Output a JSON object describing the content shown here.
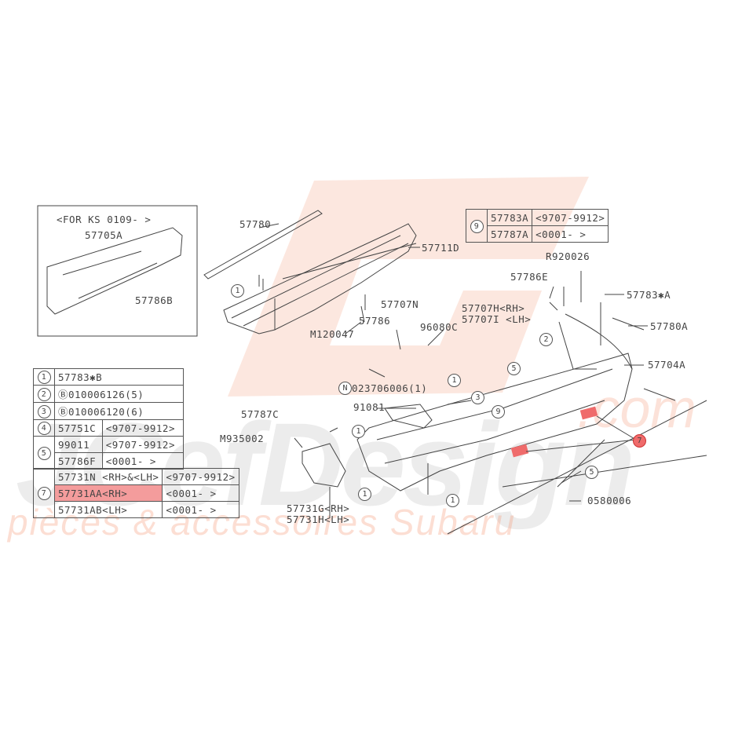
{
  "watermark": {
    "wordmark": "JCefDesign",
    "domain": ".com",
    "tagline": "pièces & accessoires Subaru",
    "logo": "SJ"
  },
  "inset": {
    "note": "<FOR KS 0109-      >",
    "part_a": "57705A",
    "part_b": "57786B"
  },
  "labels": {
    "p57780": "57780",
    "p57711D": "57711D",
    "pM120047": "M120047",
    "p57786": "57786",
    "p57707N": "57707N",
    "p96080C": "96080C",
    "pN023706006": "023706006(1)",
    "pN": "N",
    "pR920026": "R920026",
    "p57786E": "57786E",
    "p57707H": "57707H<RH>",
    "p57707I": "57707I <LH>",
    "p57783A": "57783✱A",
    "p57780A": "57780A",
    "p57704A": "57704A",
    "p91081": "91081",
    "p57787C": "57787C",
    "pM935002": "M935002",
    "p57731G": "57731G<RH>",
    "p57731H": "57731H<LH>",
    "p0580006": "0580006"
  },
  "callouts": {
    "c1": "1",
    "c2": "2",
    "c3": "3",
    "c5": "5",
    "c7": "7",
    "c9": "9"
  },
  "table9": {
    "num": "9",
    "rows": [
      {
        "part": "57783A",
        "range": "<9707-9912>"
      },
      {
        "part": "57787A",
        "range": "<0001-      >"
      }
    ]
  },
  "legend": {
    "rows": [
      {
        "num": "1",
        "part": "57783✱B"
      },
      {
        "num": "2",
        "part": "Ⓑ010006126(5)"
      },
      {
        "num": "3",
        "part": "Ⓑ010006120(6)"
      },
      {
        "num": "4",
        "part": "57751C",
        "range": "<9707-9912>"
      },
      {
        "num": "5",
        "part": "99011",
        "range": "<9707-9912>",
        "part2": "57786F",
        "range2": "<0001-      >"
      }
    ]
  },
  "table7": {
    "num": "7",
    "rows": [
      {
        "part": "57731N <RH>&<LH>",
        "range": "<9707-9912>"
      },
      {
        "part": "57731AA<RH>",
        "range": "<0001-      >",
        "highlighted": true
      },
      {
        "part": "57731AB<LH>",
        "range": "<0001-      >"
      }
    ]
  },
  "colors": {
    "highlight": "#f49c9c",
    "callout_red": "#ef6b6b",
    "watermark_orange": "#f5a082"
  }
}
